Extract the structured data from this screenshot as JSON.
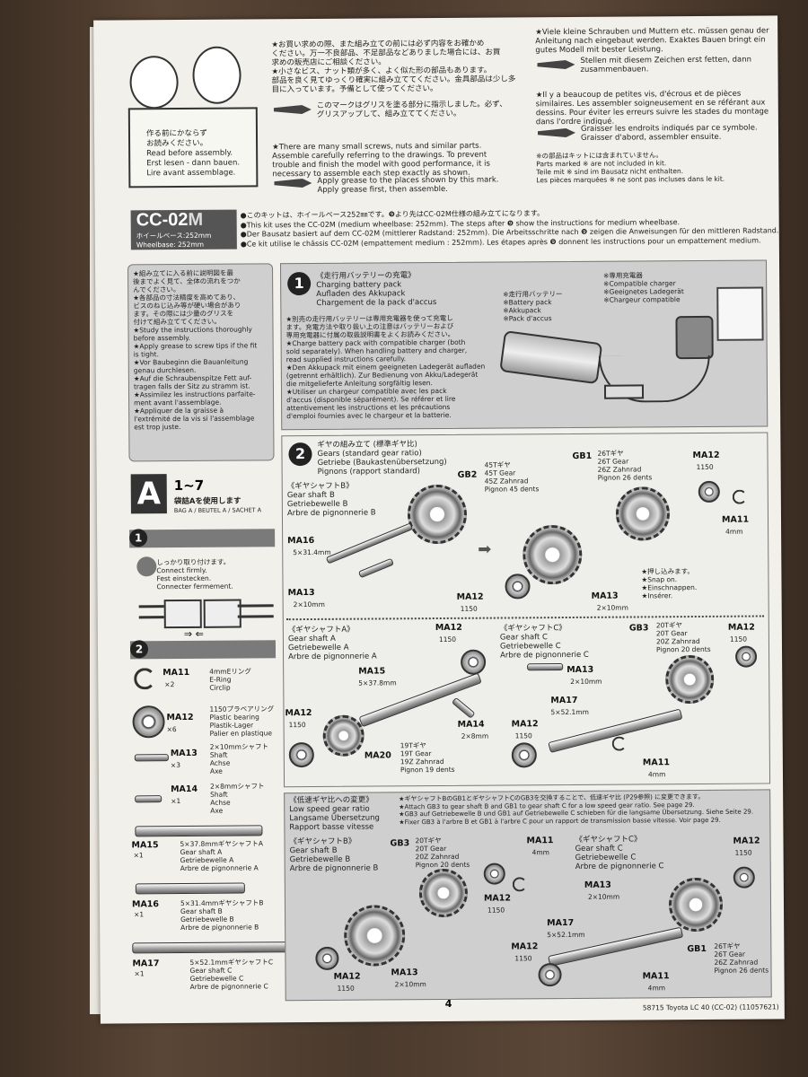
{
  "page": {
    "intro_jp": "★お買い求めの際、また組み立ての前には必ず内容をお確かめ\nください。万一不良部品、不足部品などありました場合には、お買\n求めの販売店にご相談ください。\n★小さなビス、ナット類が多く、よく似た形の部品もあります。\n部品を良く見てゆっくり確実に組み立ててください。金具部品は少し多\n目に入っています。予備として使ってください。",
    "grease_jp": "このマークはグリスを塗る部分に指示しました。必ず、\nグリスアップして、組み立ててください。",
    "intro_en": "★There are many small screws, nuts and similar parts.\nAssemble carefully referring to the drawings. To prevent\ntrouble and finish the model with good performance, it is\nnecessary to assemble each step exactly as shown.",
    "grease_en": "Apply grease to the places shown by this mark.\nApply grease first, then assemble.",
    "read_before": "作る前にかならず\nお読みください。\nRead before assembly.\nErst lesen - dann bauen.\nLire avant assemblage.",
    "intro_de": "★Viele kleine Schrauben und Muttern etc. müssen genau der\nAnleitung nach eingebaut werden. Exaktes Bauen bringt ein\ngutes Modell mit bester Leistung.",
    "grease_de": "Stellen mit diesem Zeichen erst fetten, dann\nzusammenbauen.",
    "intro_fr": "★Il y a beaucoup de petites vis, d'écrous et de pièces\nsimilaires. Les assembler soigneusement en se référant aux\ndessins. Pour éviter les erreurs suivre les stades du montage\ndans l'ordre indiqué.",
    "grease_fr": "Graisser les endroits indiqués par ce symbole.\nGraisser d'abord, assembler ensuite.",
    "not_included": "※の部品はキットには含まれていません。\nParts marked ※ are not included in kit.\nTeile mit ※ sind im Bausatz nicht enthalten.\nLes pièces marquées ※ ne sont pas incluses dans le kit.",
    "chassis_code": "CC-02",
    "chassis_m": "M",
    "wheelbase_jp": "ホイールベース:252mm",
    "wheelbase_en": "Wheelbase: 252mm",
    "chassis_text": "●このキットは、ホイールベース252㎜です。❾より先はCC-02M仕様の組み立てになります。\n●This kit uses the CC-02M (medium wheelbase: 252mm). The steps after ❾ show the instructions for medium wheelbase.\n●Der Bausatz basiert auf dem CC-02M (mittlerer Radstand: 252mm). Die Arbeitsschritte nach ❾ zeigen die Anweisungen für den mittleren Radstand.\n●Ce kit utilise le châssis CC-02M (empattement medium : 252mm). Les étapes après ❾ donnent les instructions pour un empattement medium.",
    "left_note": "★組み立てに入る前に説明図を最\n後までよく見て、全体の流れをつか\nんでください。\n★各部品の寸法精度を高めてあり、\nビスのねじ込み等が硬い場合があり\nます。その際には少量のグリスを\n付けて組み立ててください。\n★Study the instructions thoroughly\nbefore assembly.\n★Apply grease to screw tips if the fit\nis tight.\n★Vor Baubeginn die Bauanleitung\ngenau durchlesen.\n★Auf die Schraubenspitze Fett auf-\ntragen falls der Sitz zu stramm ist.\n★Assimilez les instructions parfaite-\nment avant l'assemblage.\n★Appliquer de la graisse à\nl'extrémité de la vis si l'assemblage\nest trop juste.",
    "bag_letter": "A",
    "bag_range": "1~7",
    "bag_jp": "袋詰Aを使用します",
    "bag_label": "BAG A / BEUTEL A / SACHET A",
    "connect": "しっかり取り付けます。\nConnect firmly.\nFest einstecken.\nConnecter fermement.",
    "step1_num": "1",
    "step2_num": "2",
    "step1_title": "《走行用バッテリーの充電》\nCharging battery pack\nAufladen des Akkupack\nChargement de la pack d'accus",
    "step1_text": "★別売の走行用バッテリーは専用充電器を使って充電し\nます。充電方法や取り扱い上の注意はバッテリーおよび\n専用充電器に付属の取扱説明書をよくお読みください。\n★Charge battery pack with compatible charger (both\nsold separately). When handling battery and charger,\nread supplied instructions carefully.\n★Den Akkupack mit einem geeigneten Ladegerät aufladen\n(getrennt erhältlich). Zur Bedienung von Akku/Ladegerät\ndie mitgelieferte Anleitung sorgfältig lesen.\n★Utiliser un chargeur compatible avec les pack\nd'accus (disponible séparément). Se référer et lire\nattentivement les instructions et les précautions\nd'emploi fournies avec le chargeur et la batterie.",
    "battery_label": "※走行用バッテリー\n※Battery pack\n※Akkupack\n※Pack d'accus",
    "charger_label": "※専用充電器\n※Compatible charger\n※Geeignetes Ladegerät\n※Chargeur compatible",
    "step2_title": "ギヤの組み立て (標準ギヤ比)\nGears (standard gear ratio)\nGetriebe (Baukastenübersetzung)\nPignons (rapport standard)",
    "shaftB_label": "《ギヤシャフトB》\nGear shaft B\nGetriebewelle B\nArbre de pignonnerie B",
    "shaftA_label": "《ギヤシャフトA》\nGear shaft A\nGetriebewelle A\nArbre de pignonnerie A",
    "shaftC_label": "《ギヤシャフトC》\nGear shaft C\nGetriebewelle C\nArbre de pignonnerie C",
    "gb2": "GB2",
    "gb2_desc": "45Tギヤ\n45T Gear\n45Z Zahnrad\nPignon 45 dents",
    "gb1": "GB1",
    "gb1_desc": "26Tギヤ\n26T Gear\n26Z Zahnrad\nPignon 26 dents",
    "gb3": "GB3",
    "gb3_desc": "20Tギヤ\n20T Gear\n20Z Zahnrad\nPignon 20 dents",
    "ma20_desc": "19Tギヤ\n19T Gear\n19Z Zahnrad\nPignon 19 dents",
    "snap": "★押し込みます。\n★Snap on.\n★Einschnappen.\n★Insérer.",
    "low_title": "《低速ギヤ比への変更》\nLow speed gear ratio\nLangsame Übersetzung\nRapport basse vitesse",
    "low_text": "★ギヤシャフトBのGB1とギヤシャフトCのGB3を交換することで、低速ギヤ比 (P29参照) に変更できます。\n★Attach GB3 to gear shaft B and GB1 to gear shaft C for a low speed gear ratio. See page 29.\n★GB3 auf Getriebewelle B und GB1 auf Getriebewelle C schieben für die langsame Übersetzung. Siehe Seite 29.\n★Fixer GB3 à l'arbre B et GB1 à l'arbre C pour un rapport de transmission basse vitesse. Voir page 29.",
    "parts": {
      "ma11": "MA11",
      "ma11_qty": "×2",
      "ma11_desc": "4mmEリング\nE-Ring\nCirclip",
      "ma12": "MA12",
      "ma12_qty": "×6",
      "ma12_desc": "1150プラベアリング\nPlastic bearing\nPlastik-Lager\nPalier en plastique",
      "ma13": "MA13",
      "ma13_qty": "×3",
      "ma13_desc": "2×10mmシャフト\nShaft\nAchse\nAxe",
      "ma14": "MA14",
      "ma14_qty": "×1",
      "ma14_desc": "2×8mmシャフト\nShaft\nAchse\nAxe",
      "ma15": "MA15",
      "ma15_qty": "×1",
      "ma15_desc": "5×37.8mmギヤシャフトA\nGear shaft A\nGetriebewelle A\nArbre de pignonnerie A",
      "ma16": "MA16",
      "ma16_qty": "×1",
      "ma16_desc": "5×31.4mmギヤシャフトB\nGear shaft B\nGetriebewelle B\nArbre de pignonnerie B",
      "ma17": "MA17",
      "ma17_qty": "×1",
      "ma17_desc": "5×52.1mmギヤシャフトC\nGear shaft C\nGetriebewelle C\nArbre de pignonnerie C"
    },
    "dims": {
      "d1150": "1150",
      "d4mm": "4mm",
      "d2x10": "2×10mm",
      "d2x8": "2×8mm",
      "d5x314": "5×31.4mm",
      "d5x378": "5×37.8mm",
      "d5x521": "5×52.1mm"
    },
    "page_number": "4",
    "footer": "58715 Toyota LC 40 (CC-02) (11057621)"
  }
}
